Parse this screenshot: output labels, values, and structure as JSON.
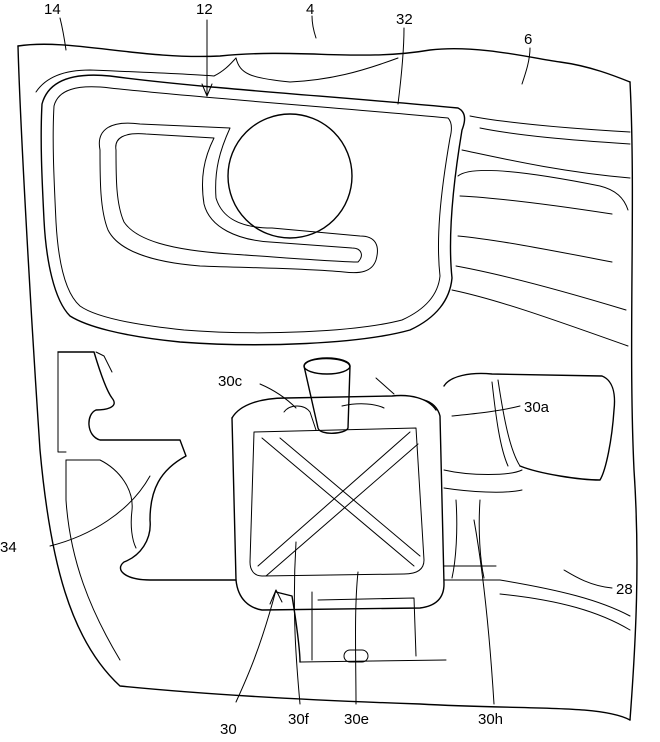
{
  "labels": {
    "n14": "14",
    "n12": "12",
    "n4": "4",
    "n32": "32",
    "n6": "6",
    "n30c": "30c",
    "n30a": "30a",
    "n34": "34",
    "n28": "28",
    "n30": "30",
    "n30f": "30f",
    "n30e": "30e",
    "n30h": "30h"
  }
}
